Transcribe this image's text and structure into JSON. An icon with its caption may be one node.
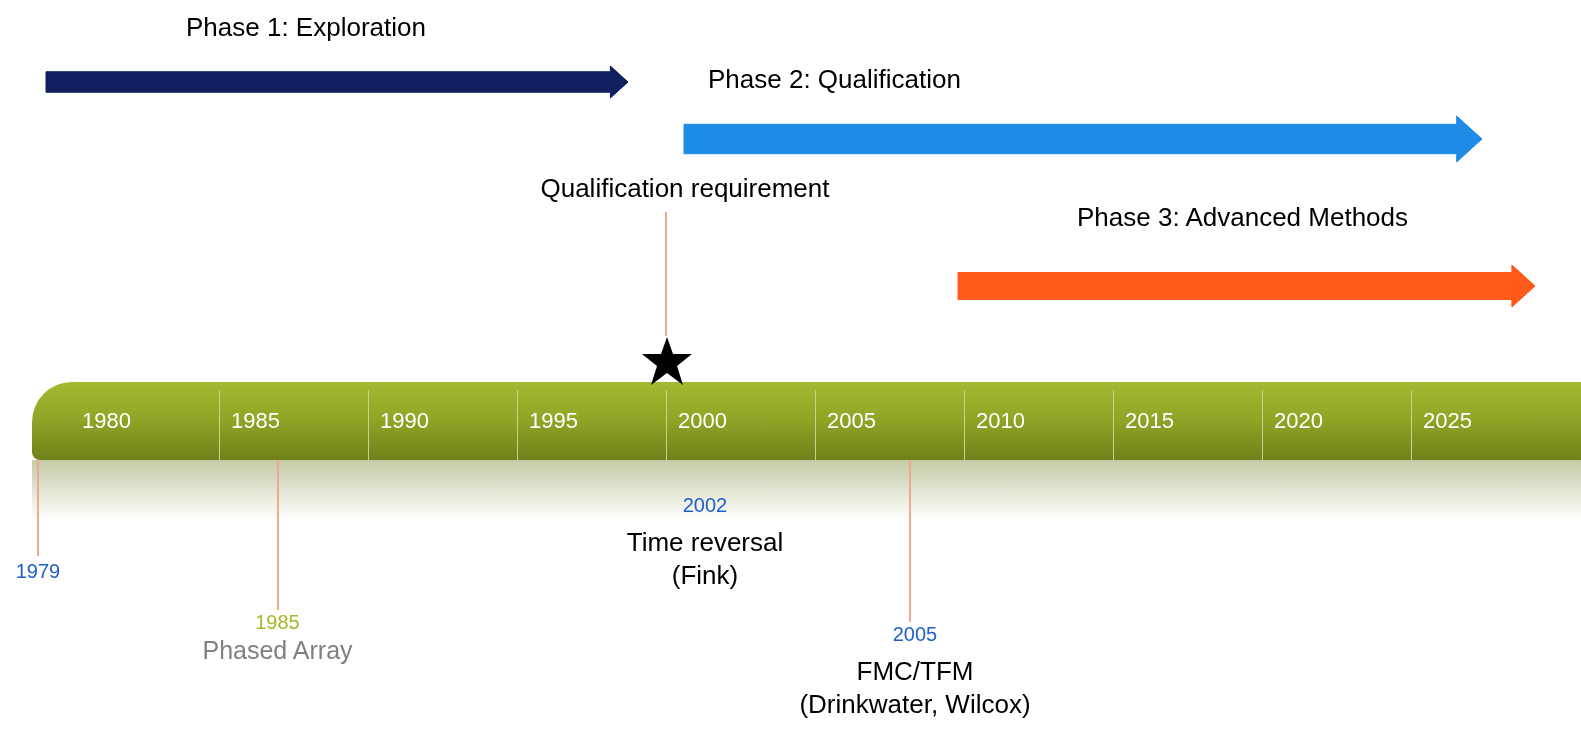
{
  "diagram": {
    "nodes": [
      {
        "text": [
          "1980",
          "1985",
          "1990",
          "1995",
          "2000",
          "2005",
          "2010",
          "2015",
          "2020",
          "2025"
        ]
      },
      {
        "text": [
          "Qualification requirement"
        ]
      },
      {
        "text": [],
        "shape": "star"
      },
      {
        "text": [
          "1979"
        ]
      },
      {
        "text": [
          "1985",
          "Phased Array"
        ]
      },
      {
        "text": [
          "2002",
          "Time reversal (Fink)"
        ]
      },
      {
        "text": [
          "2005",
          "FMC/TFM (Drinkwater, Wilcox)"
        ]
      }
    ],
    "edges": [
      {
        "from": 1,
        "to": 2,
        "arrow": "none"
      },
      {
        "from": 3,
        "to": 0,
        "arrow": "none"
      },
      {
        "from": 4,
        "to": 0,
        "arrow": "none"
      },
      {
        "from": 6,
        "to": 0,
        "arrow": "none"
      }
    ],
    "labels": [
      "Phase 1: Exploration",
      "Phase 2: Qualification",
      "Phase 3: Advanced Methods"
    ]
  }
}
